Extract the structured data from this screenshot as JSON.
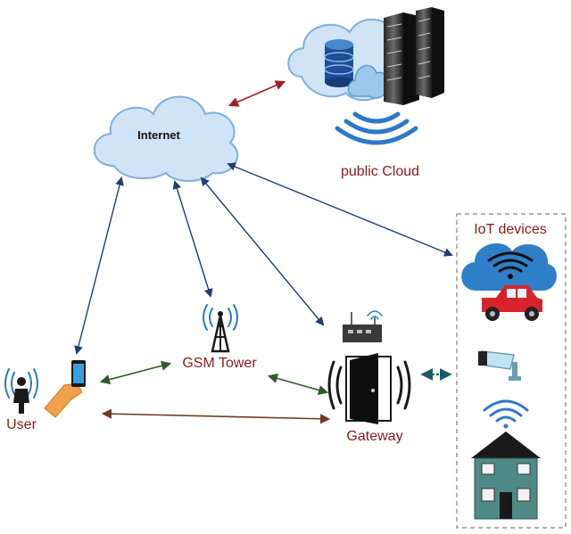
{
  "nodes": {
    "internet": "Internet",
    "public_cloud": "public Cloud",
    "iot_devices": "IoT devices",
    "gsm_tower": "GSM Tower",
    "user": "User",
    "gateway": "Gateway"
  },
  "colors": {
    "link_blue": "#1f3f6e",
    "link_red": "#a11d2a",
    "link_green": "#2f5a2a",
    "link_brown": "#6b3c20",
    "link_teal": "#1d5a66",
    "cloud_fill": "#cfe4f6",
    "cloud_stroke": "#7fb0dc",
    "label_red": "#8b1a1a"
  }
}
